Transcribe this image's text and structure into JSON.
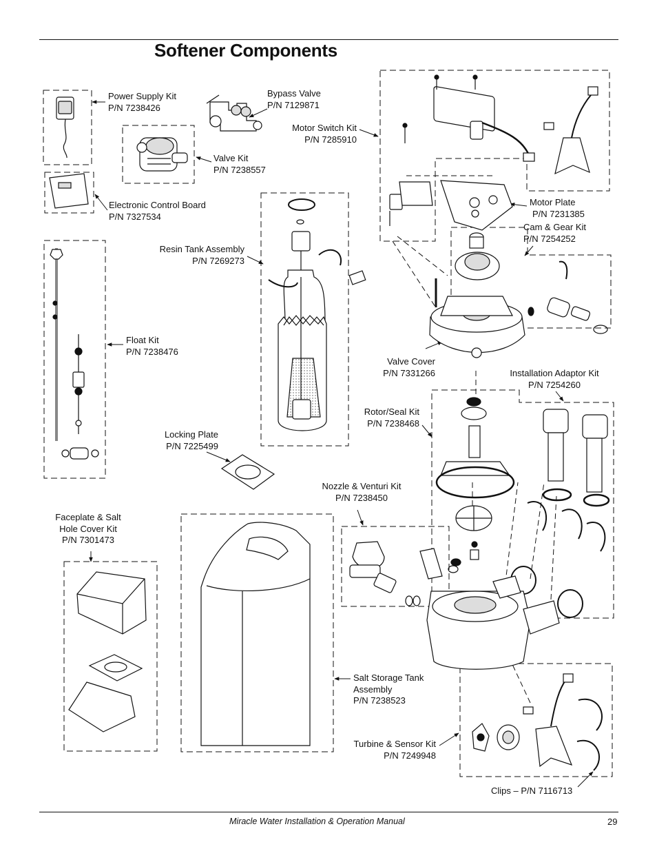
{
  "page": {
    "title": "Softener Components",
    "footer": "Miracle Water Installation & Operation Manual",
    "page_number": "29"
  },
  "labels": {
    "power_supply": {
      "line1": "Power Supply Kit",
      "line2": "P/N 7238426"
    },
    "bypass_valve": {
      "line1": "Bypass Valve",
      "line2": "P/N 7129871"
    },
    "motor_switch": {
      "line1": "Motor Switch Kit",
      "line2": "P/N 7285910"
    },
    "valve_kit": {
      "line1": "Valve Kit",
      "line2": "P/N 7238557"
    },
    "control_board": {
      "line1": "Electronic Control Board",
      "line2": "P/N 7327534"
    },
    "motor_plate": {
      "line1": "Motor Plate",
      "line2": "P/N 7231385"
    },
    "cam_gear": {
      "line1": "Cam & Gear Kit",
      "line2": "P/N 7254252"
    },
    "resin_tank": {
      "line1": "Resin Tank Assembly",
      "line2": "P/N 7269273"
    },
    "float_kit": {
      "line1": "Float Kit",
      "line2": "P/N 7238476"
    },
    "valve_cover": {
      "line1": "Valve Cover",
      "line2": "P/N 7331266"
    },
    "install_adaptor": {
      "line1": "Installation Adaptor Kit",
      "line2": "P/N 7254260"
    },
    "rotor_seal": {
      "line1": "Rotor/Seal Kit",
      "line2": "P/N 7238468"
    },
    "locking_plate": {
      "line1": "Locking Plate",
      "line2": "P/N 7225499"
    },
    "nozzle_venturi": {
      "line1": "Nozzle & Venturi Kit",
      "line2": "P/N 7238450"
    },
    "faceplate": {
      "line1": "Faceplate & Salt",
      "line2": "Hole Cover Kit",
      "line3": "P/N 7301473"
    },
    "salt_tank": {
      "line1": "Salt Storage Tank",
      "line2": "Assembly",
      "line3": "P/N 7238523"
    },
    "turbine_sensor": {
      "line1": "Turbine & Sensor Kit",
      "line2": "P/N 7249948"
    },
    "clips": {
      "line1": "Clips – P/N 7116713"
    }
  }
}
